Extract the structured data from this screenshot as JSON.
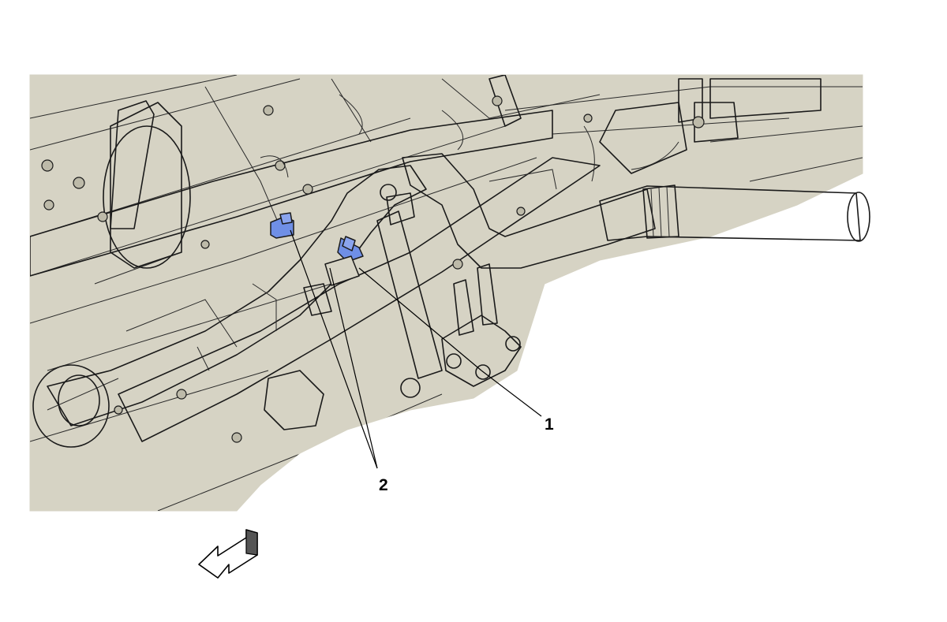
{
  "colors": {
    "panel_fill": "#d6d3c4",
    "part_fill": "#ccc9b8",
    "part_light": "#e0ddd0",
    "highlight": "#6f8fe6",
    "line": "#1a1a1a",
    "background": "#ffffff"
  },
  "callouts": [
    {
      "id": "callout-1",
      "label": "1"
    },
    {
      "id": "callout-2",
      "label": "2"
    }
  ],
  "icons": {
    "direction_arrow": "front-direction-arrow-icon"
  }
}
